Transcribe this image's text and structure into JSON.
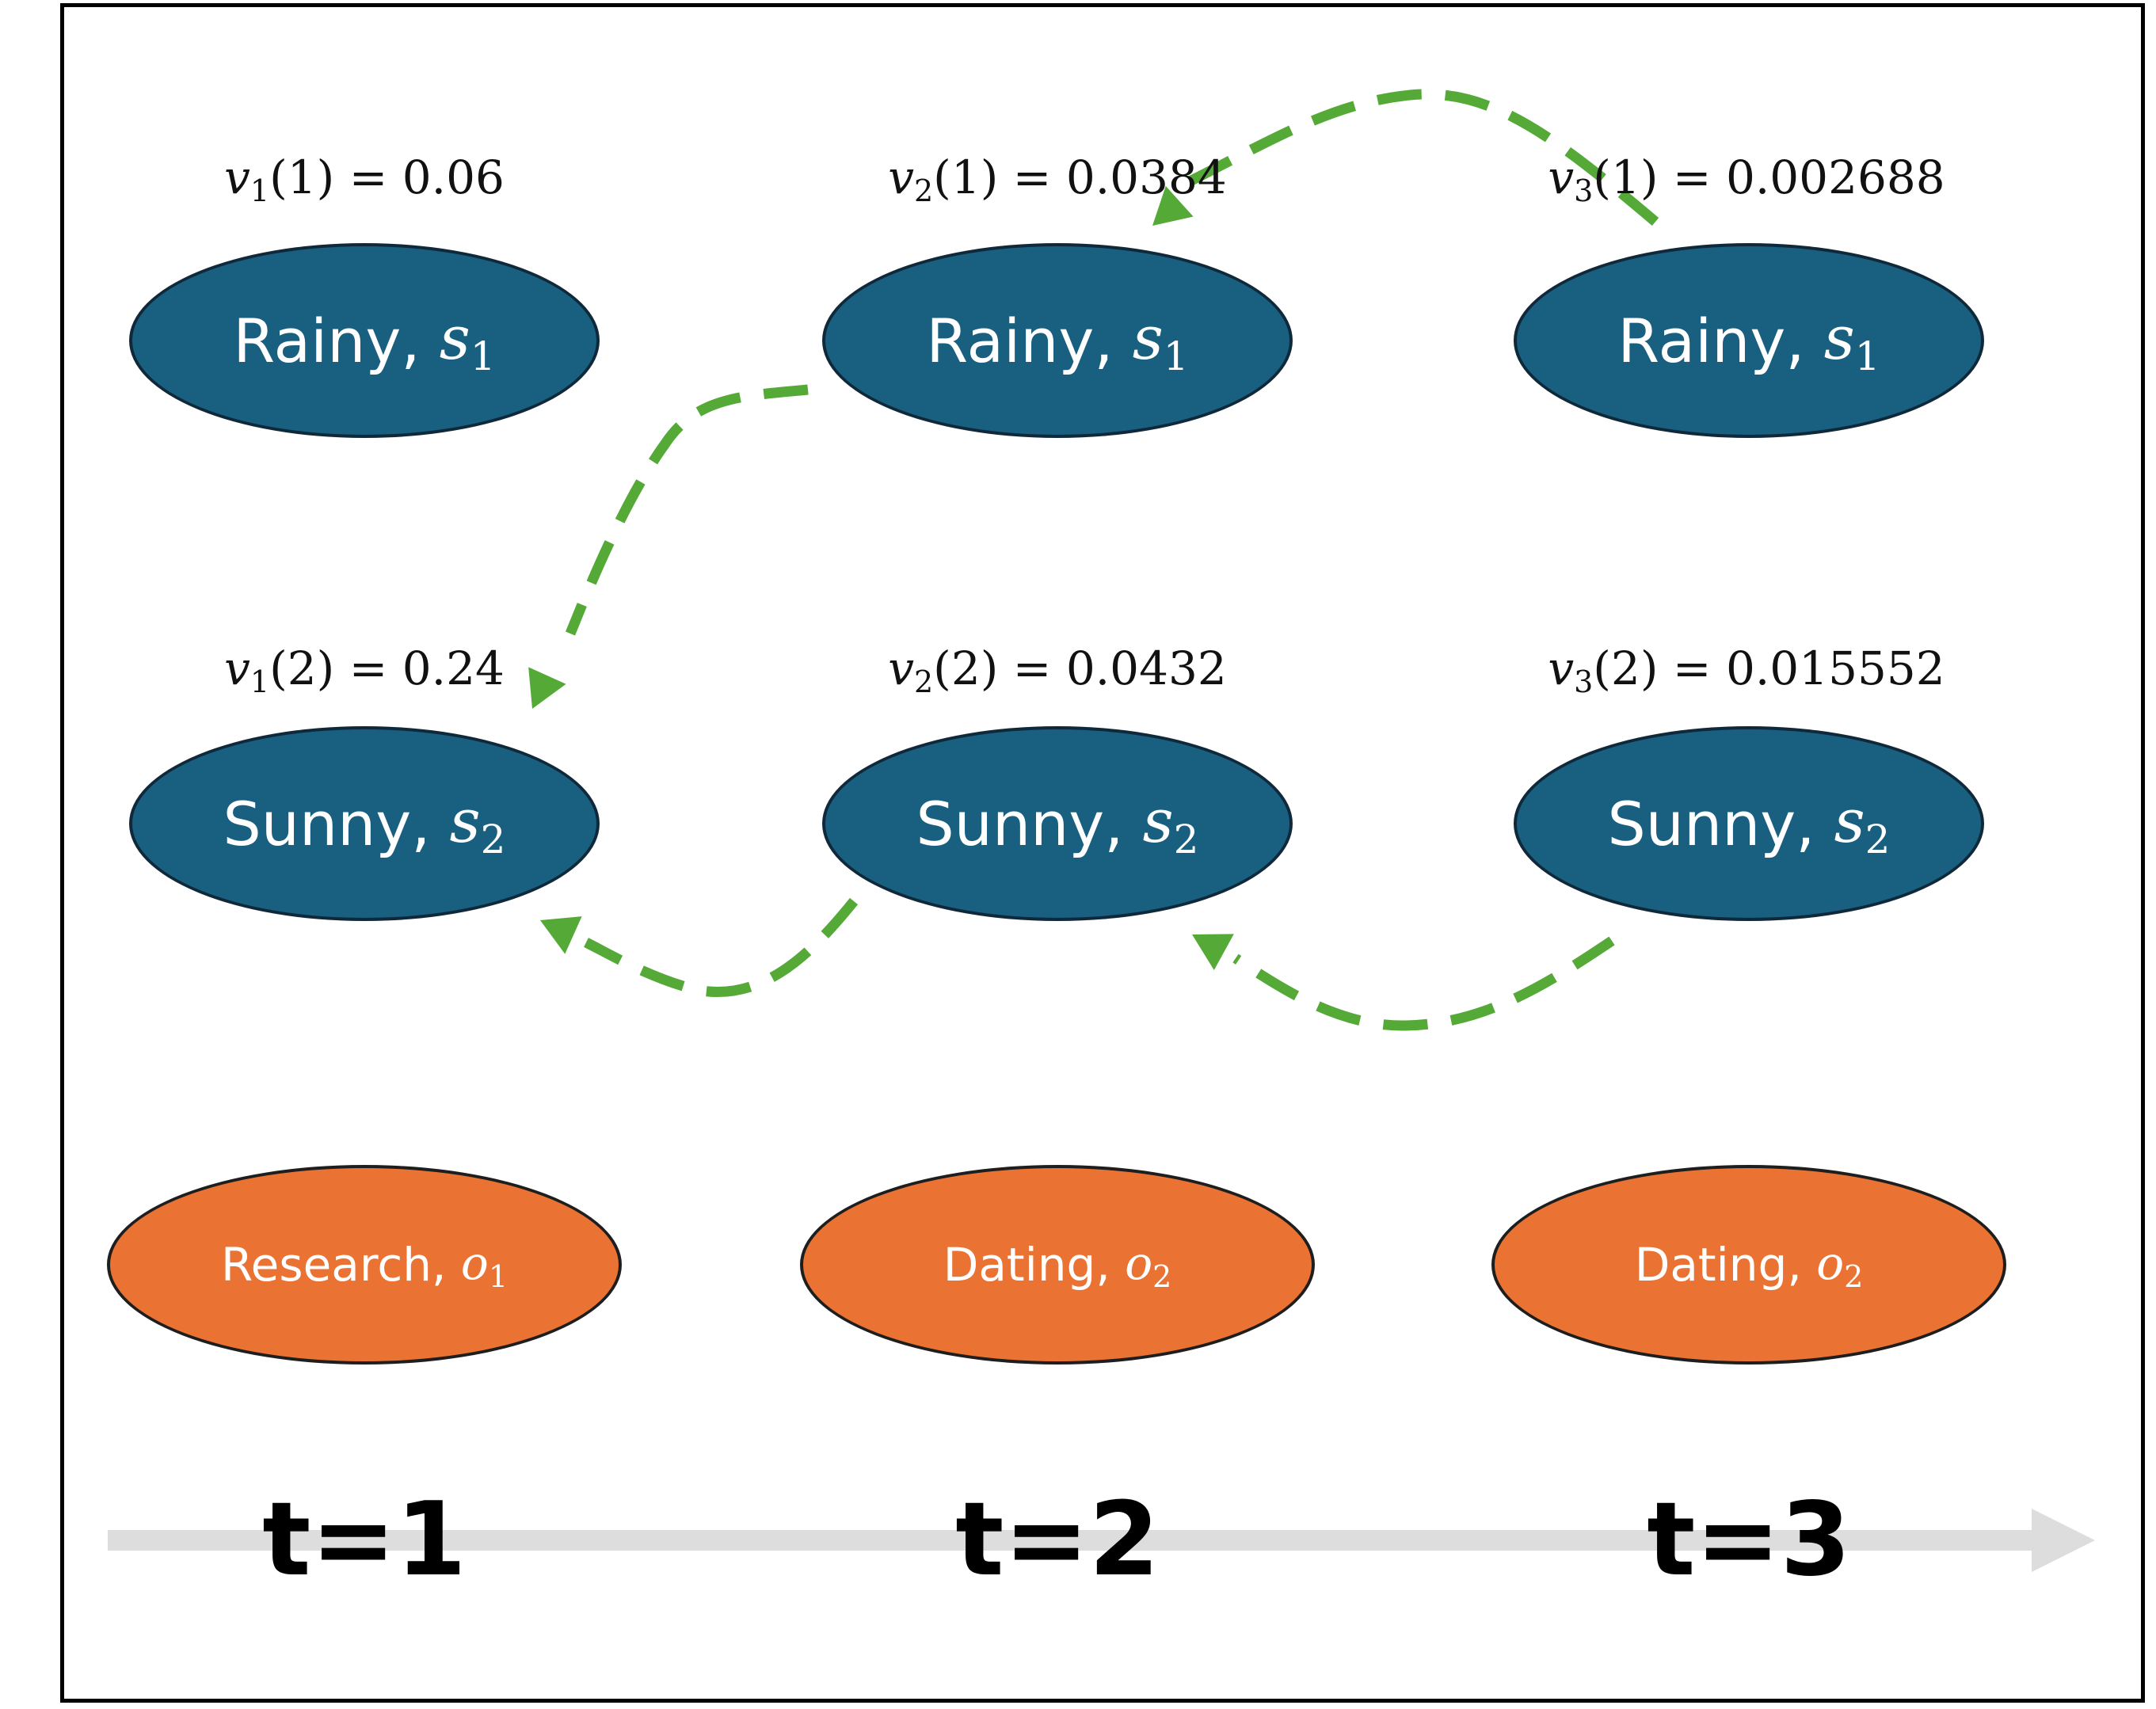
{
  "colors": {
    "state_fill": "#185f80",
    "observation_fill": "#ea7333",
    "backpointer_arrow": "#54a937",
    "time_axis": "#dddddd"
  },
  "viterbi": [
    {
      "var": "v",
      "t": "1",
      "j": "1",
      "value": "0.06"
    },
    {
      "var": "v",
      "t": "2",
      "j": "1",
      "value": "0.0384"
    },
    {
      "var": "v",
      "t": "3",
      "j": "1",
      "value": "0.002688"
    },
    {
      "var": "v",
      "t": "1",
      "j": "2",
      "value": "0.24"
    },
    {
      "var": "v",
      "t": "2",
      "j": "2",
      "value": "0.0432"
    },
    {
      "var": "v",
      "t": "3",
      "j": "2",
      "value": "0.015552"
    }
  ],
  "states": [
    {
      "label": "Rainy, ",
      "sym": "s",
      "sub": "1"
    },
    {
      "label": "Rainy, ",
      "sym": "s",
      "sub": "1"
    },
    {
      "label": "Rainy, ",
      "sym": "s",
      "sub": "1"
    },
    {
      "label": "Sunny, ",
      "sym": "s",
      "sub": "2"
    },
    {
      "label": "Sunny, ",
      "sym": "s",
      "sub": "2"
    },
    {
      "label": "Sunny, ",
      "sym": "s",
      "sub": "2"
    }
  ],
  "observations": [
    {
      "label": "Research, ",
      "sym": "o",
      "sub": "1"
    },
    {
      "label": "Dating, ",
      "sym": "o",
      "sub": "2"
    },
    {
      "label": "Dating, ",
      "sym": "o",
      "sub": "2"
    }
  ],
  "timesteps": [
    "t=1",
    "t=2",
    "t=3"
  ],
  "backpointers": [
    {
      "from": "rainy-t3",
      "to": "rainy-t2"
    },
    {
      "from": "rainy-t2",
      "to": "sunny-t1"
    },
    {
      "from": "sunny-t2",
      "to": "sunny-t1"
    },
    {
      "from": "sunny-t3",
      "to": "sunny-t2"
    }
  ]
}
